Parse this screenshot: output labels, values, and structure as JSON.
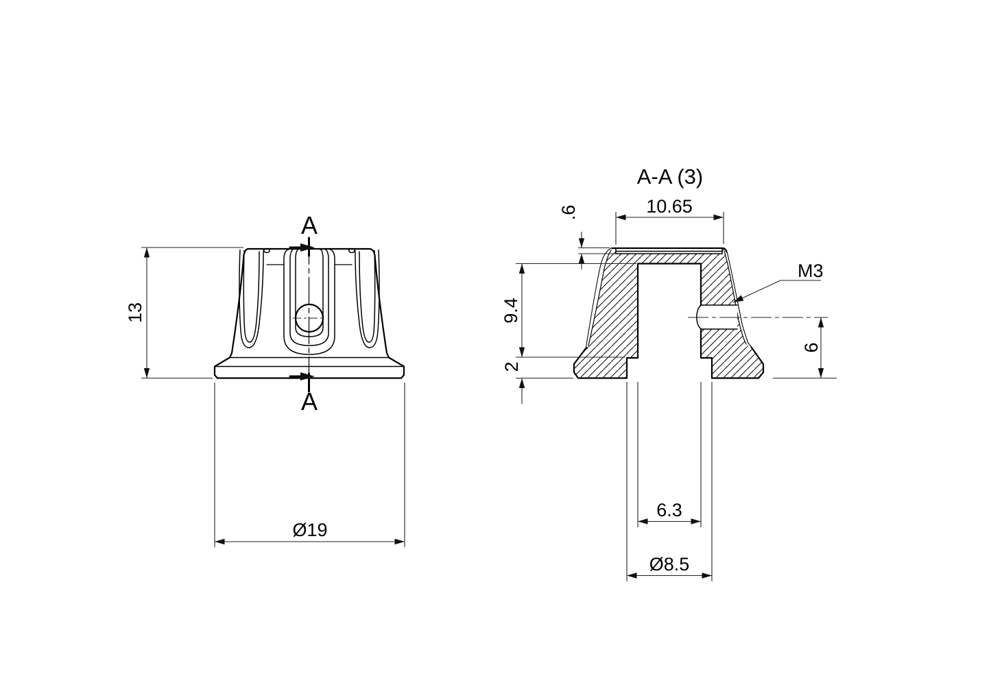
{
  "drawing_title": "A-A (3)",
  "front_view": {
    "section_label": "A",
    "height": "13",
    "diameter": "Ø19"
  },
  "section_view": {
    "top_recess_width": "10.65",
    "recess_depth": ".6",
    "bore_depth": "9.4",
    "flange_thickness": "2",
    "thread_label": "M3",
    "thread_center_height": "6",
    "bore_width": "6.3",
    "counterbore_diameter": "Ø8.5"
  },
  "colors": {
    "line": "#000000",
    "dimension": "#222222",
    "background": "#ffffff"
  }
}
